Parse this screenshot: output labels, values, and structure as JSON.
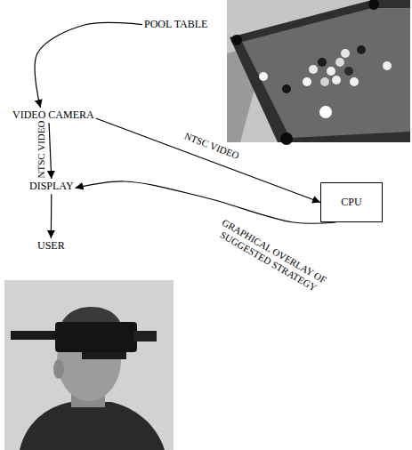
{
  "diagram": {
    "nodes": [
      {
        "text": [
          "POOL TABLE"
        ]
      },
      {
        "text": [
          "VIDEO CAMERA"
        ]
      },
      {
        "text": [
          "DISPLAY"
        ]
      },
      {
        "text": [
          "CPU"
        ]
      },
      {
        "text": [
          "USER"
        ]
      }
    ],
    "edges": [
      {
        "from": 0,
        "to": 1,
        "arrow": "to"
      },
      {
        "from": 1,
        "to": 2,
        "label": "NTSC VIDEO",
        "arrow": "to"
      },
      {
        "from": 1,
        "to": 3,
        "label": "NTSC VIDEO",
        "arrow": "to"
      },
      {
        "from": 3,
        "to": 2,
        "label": "GRAPHICAL OVERLAY OF SUGGESTED STRATEGY",
        "arrow": "to"
      },
      {
        "from": 2,
        "to": 4,
        "arrow": "to"
      }
    ]
  }
}
